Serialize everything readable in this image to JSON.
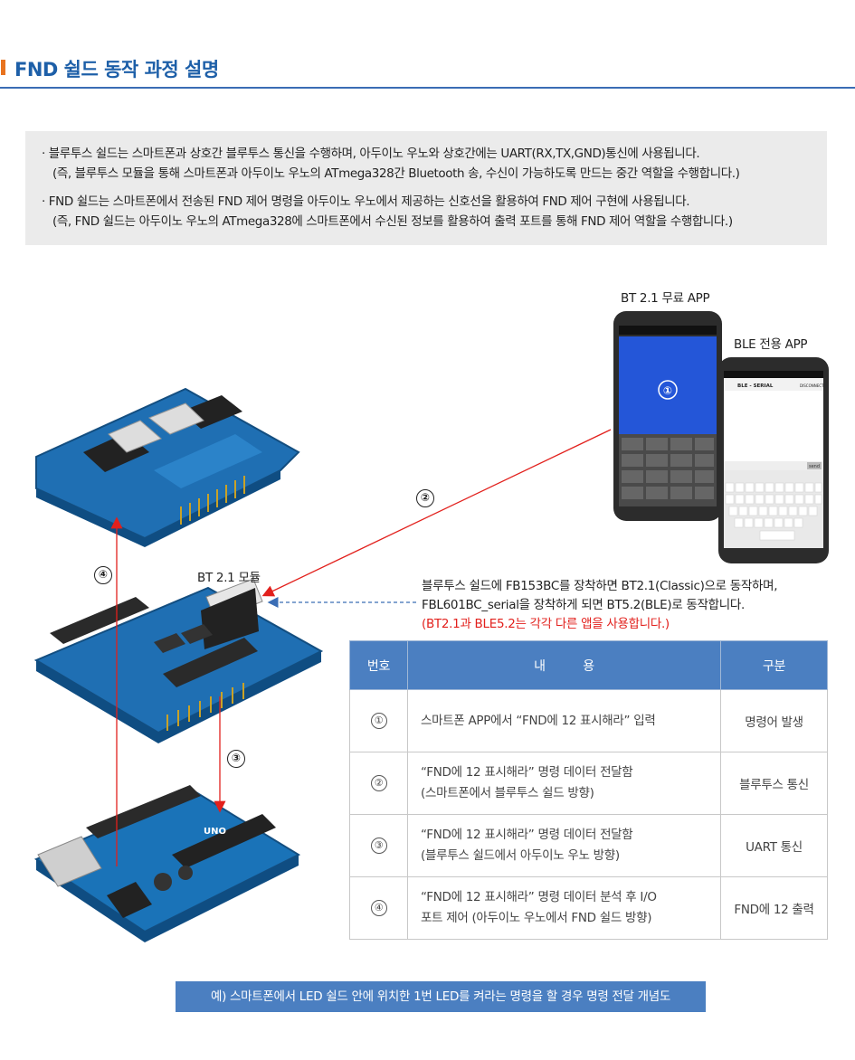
{
  "header": {
    "title": "FND 쉴드 동작 과정 설명"
  },
  "info": [
    {
      "line": "· 블루투스 쉴드는 스마트폰과 상호간 블루투스 통신을 수행하며, 아두이노 우노와 상호간에는 UART(RX,TX,GND)통신에 사용됩니다.",
      "sub": "(즉, 블루투스 모듈을 통해 스마트폰과 아두이노 우노의 ATmega328간 Bluetooth 송, 수신이 가능하도록 만드는 중간 역할을 수행합니다.)"
    },
    {
      "line": "· FND 쉴드는 스마트폰에서 전송된 FND 제어 명령을 아두이노 우노에서 제공하는 신호선을 활용하여 FND 제어 구현에 사용됩니다.",
      "sub": "(즉, FND 쉴드는 아두이노 우노의 ATmega328에 스마트폰에서 수신된 정보를 활용하여 출력 포트를 통해 FND 제어 역할을 수행합니다.)"
    }
  ],
  "diagram": {
    "app_bt21": "BT 2.1 무료 APP",
    "app_ble": "BLE 전용 APP",
    "bt_module": "BT 2.1 모듈",
    "phone1_number": "①",
    "phone2_header": "BLE - SERIAL",
    "phone2_disconnect": "DISCONNECT",
    "phone2_send": "send",
    "step_2": "②",
    "step_3": "③",
    "step_4": "④",
    "uno_label": "UNO"
  },
  "note": {
    "line1": "블루투스 쉴드에 FB153BC를 장착하면 BT2.1(Classic)으로 동작하며,",
    "line2": "FBL601BC_serial을 장착하게 되면 BT5.2(BLE)로 동작합니다.",
    "line3": "(BT2.1과 BLE5.2는 각각 다른 앱을 사용합니다.)"
  },
  "table": {
    "headers": [
      "번호",
      "내          용",
      "구분"
    ],
    "rows": [
      {
        "num": "①",
        "desc1": "스마트폰 APP에서 “FND에 12 표시해라” 입력",
        "desc2": "",
        "cat": "명령어 발생"
      },
      {
        "num": "②",
        "desc1": "“FND에 12 표시해라” 명령 데이터 전달함",
        "desc2": "(스마트폰에서 블루투스 쉴드 방향)",
        "cat": "블루투스 통신"
      },
      {
        "num": "③",
        "desc1": "“FND에 12 표시해라” 명령 데이터 전달함",
        "desc2": "(블루투스 쉴드에서 아두이노 우노 방향)",
        "cat": "UART 통신"
      },
      {
        "num": "④",
        "desc1": "“FND에 12 표시해라” 명령 데이터 분석 후 I/O",
        "desc2": "포트 제어 (아두이노 우노에서 FND 쉴드 방향)",
        "cat": "FND에 12 출력"
      }
    ]
  },
  "caption": "예) 스마트폰에서 LED 쉴드 안에 위치한 1번 LED를 켜라는 명령을 할 경우 명령 전달 개념도",
  "colors": {
    "accent": "#4b7fc1",
    "title": "#1d5fa8",
    "bar": "#e8731f",
    "red": "#e2201c"
  }
}
